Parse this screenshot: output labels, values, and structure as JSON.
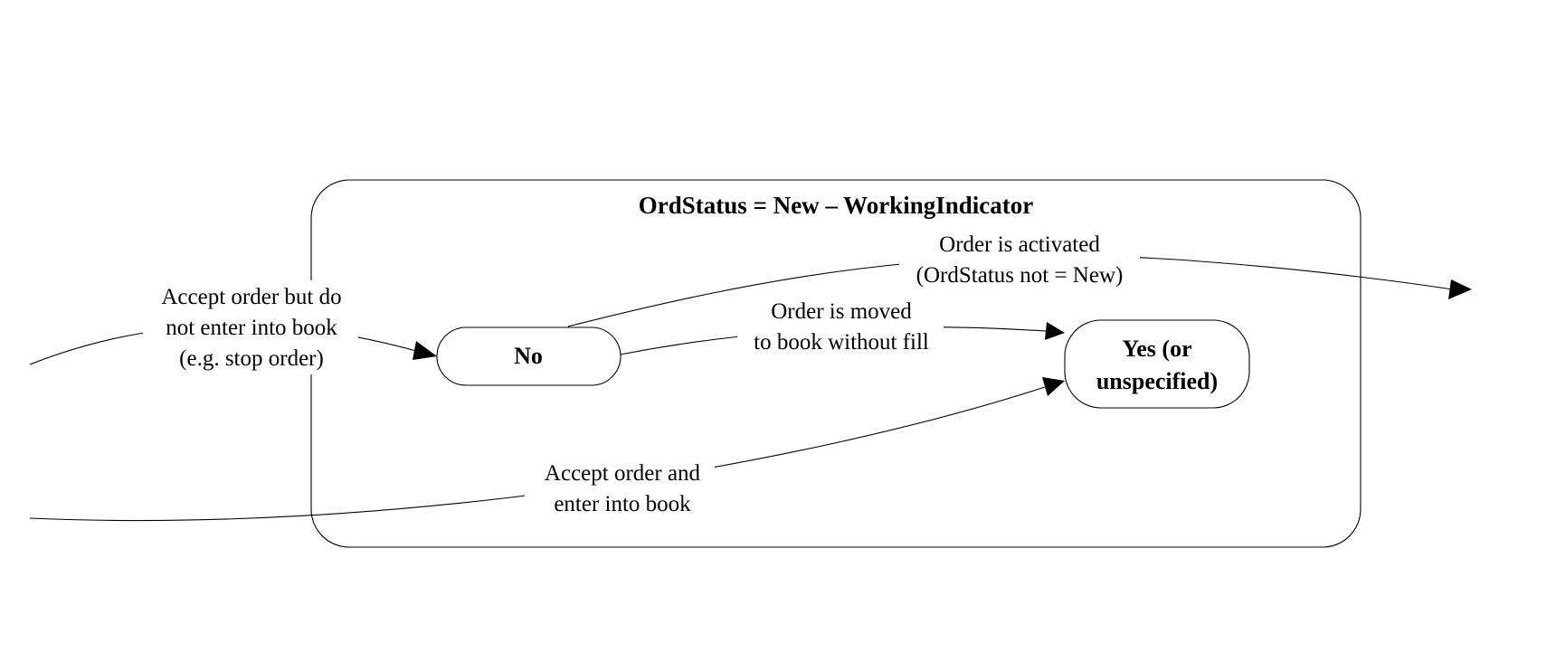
{
  "container": {
    "title": "OrdStatus = New – WorkingIndicator"
  },
  "states": {
    "no": {
      "label": "No"
    },
    "yes": {
      "line1": "Yes (or",
      "line2": "unspecified)"
    }
  },
  "transitions": {
    "accept_no_book": {
      "line1": "Accept order but do",
      "line2": "not enter into book",
      "line3": "(e.g. stop order)"
    },
    "accept_into_book": {
      "line1": "Accept order and",
      "line2": "enter into book"
    },
    "moved_to_book": {
      "line1": "Order is moved",
      "line2": "to book without fill"
    },
    "activated": {
      "line1": "Order is activated",
      "line2": "(OrdStatus not = New)"
    }
  }
}
